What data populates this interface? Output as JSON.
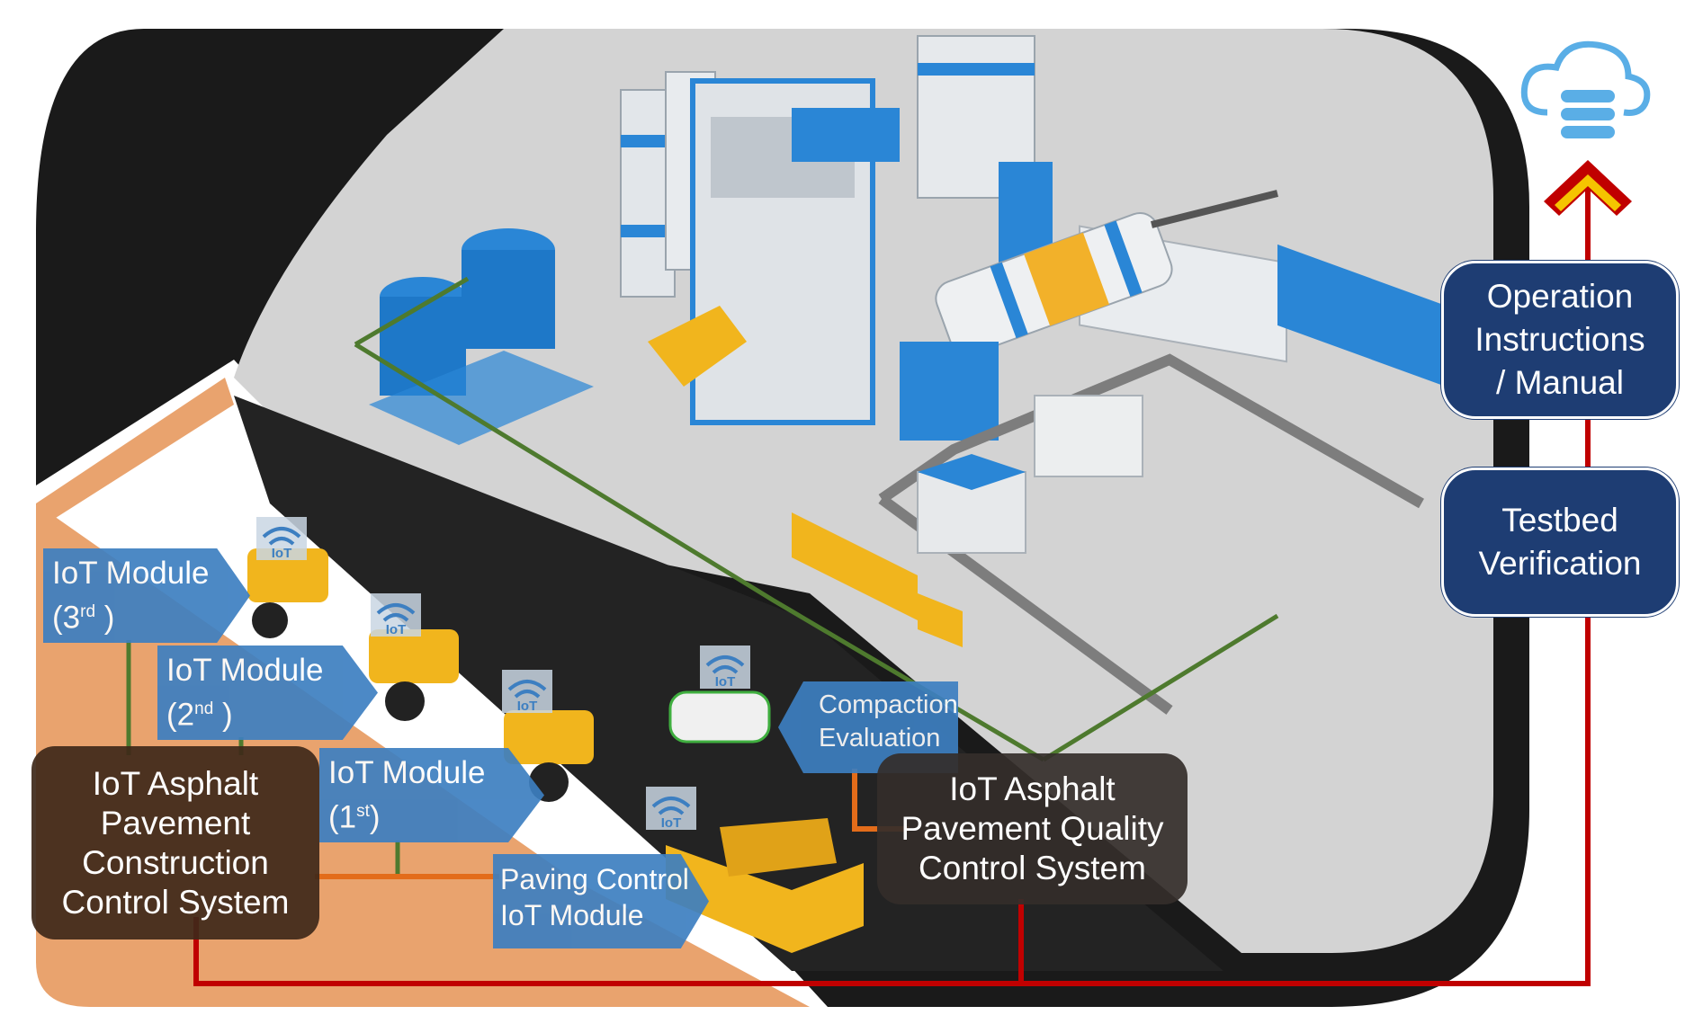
{
  "iot_modules": [
    {
      "title": "IoT Module",
      "ordinal_open": "(3",
      "ordinal_sup": "rd",
      "ordinal_close": " )"
    },
    {
      "title": "IoT Module",
      "ordinal_open": "(2",
      "ordinal_sup": "nd",
      "ordinal_close": " )"
    },
    {
      "title": "IoT Module",
      "ordinal_open": "(1",
      "ordinal_sup": "st",
      "ordinal_close": ")"
    }
  ],
  "paving_control": {
    "line1": "Paving Control",
    "line2": "IoT Module"
  },
  "compaction": {
    "line1": "Compaction",
    "line2": "Evaluation"
  },
  "construction_system": {
    "line1": "IoT Asphalt",
    "line2": "Pavement",
    "line3": "Construction",
    "line4": "Control System"
  },
  "quality_system": {
    "line1": "IoT Asphalt",
    "line2": "Pavement Quality",
    "line3": "Control System"
  },
  "operation_box": {
    "line1": "Operation",
    "line2": "Instructions",
    "line3": "/ Manual"
  },
  "testbed_box": {
    "line1": "Testbed",
    "line2": "Verification"
  },
  "iot_badge_text": "IoT",
  "colors": {
    "module_blue": "#3d7fc1",
    "side_box_navy": "#1e3d73",
    "red_line": "#c00000",
    "green_line": "#4e7a2e",
    "orange_line": "#e36c1a",
    "asphalt": "#1c1c1c",
    "ground": "#d8d8d8",
    "soil": "#e8a36f",
    "cloud": "#5aaee6"
  },
  "icons": [
    "cloud-server-icon",
    "upload-arrow-icon",
    "wifi-iot-icon"
  ]
}
